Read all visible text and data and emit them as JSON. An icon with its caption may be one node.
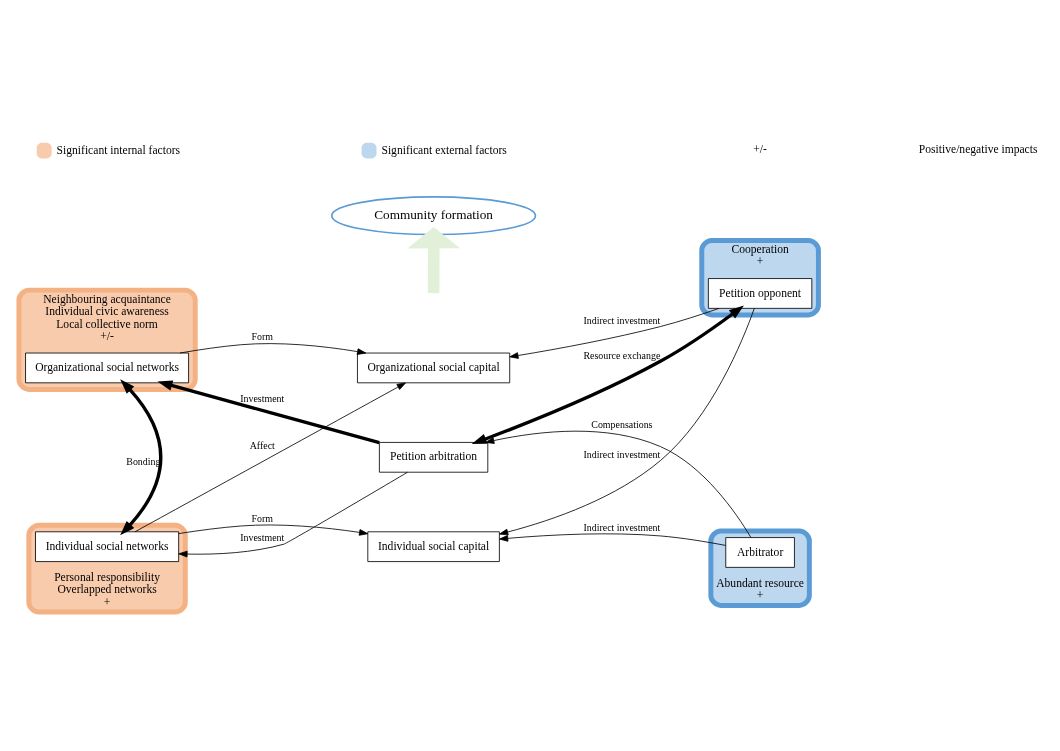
{
  "diagram": {
    "nodes": [
      {
        "text": [
          "Community formation"
        ]
      },
      {
        "text": [
          "Neighbouring acquaintance",
          "Individual civic awareness",
          "Local collective norm",
          "+/-"
        ]
      },
      {
        "text": [
          "Organizational social networks"
        ],
        "in": 1
      },
      {
        "text": [
          "Personal responsibility",
          "Overlapped networks",
          "+"
        ]
      },
      {
        "text": [
          "Individual social networks"
        ],
        "in": 3
      },
      {
        "text": [
          "Organizational social capital"
        ]
      },
      {
        "text": [
          "Cooperation",
          "+"
        ]
      },
      {
        "text": [
          "Petition opponent"
        ],
        "in": 6
      },
      {
        "text": [
          "Petition arbitration"
        ]
      },
      {
        "text": [
          "Abundant resource",
          "+"
        ]
      },
      {
        "text": [
          "Arbitrator"
        ],
        "in": 9
      },
      {
        "text": [
          "Individual social capital"
        ]
      }
    ],
    "edges": [
      {
        "from": null,
        "to": 0,
        "arrow": "to",
        "style": "thick",
        "color": "#e2efd9"
      },
      {
        "from": 2,
        "to": 5,
        "arrow": "to",
        "label": "Form"
      },
      {
        "from": 4,
        "to": 5,
        "arrow": "to",
        "label": "Affect"
      },
      {
        "from": 2,
        "to": 4,
        "arrow": "both",
        "label": "Bonding",
        "style": "thick"
      },
      {
        "from": 8,
        "to": 2,
        "arrow": "to",
        "label": "Investment",
        "style": "thick"
      },
      {
        "from": 8,
        "to": 4,
        "arrow": "to",
        "label": "Investment"
      },
      {
        "from": 7,
        "to": 5,
        "arrow": "to",
        "label": "Indirect investment"
      },
      {
        "from": 7,
        "to": 8,
        "arrow": "both",
        "label": "Resource exchange",
        "style": "thick"
      },
      {
        "from": 7,
        "to": 11,
        "arrow": "to",
        "label": "Indirect investment"
      },
      {
        "from": 10,
        "to": 8,
        "arrow": "to",
        "label": "Compensations"
      },
      {
        "from": 10,
        "to": 11,
        "arrow": "to",
        "label": "Indirect investment"
      },
      {
        "from": 4,
        "to": 11,
        "arrow": "to",
        "label": "Form"
      }
    ],
    "labels": [
      "+/-",
      "Positive/negative impacts"
    ],
    "legend": [
      {
        "text": "Significant internal factors",
        "color": "#f8cbad"
      },
      {
        "text": "Significant external factors",
        "color": "#bdd7ee"
      }
    ]
  }
}
